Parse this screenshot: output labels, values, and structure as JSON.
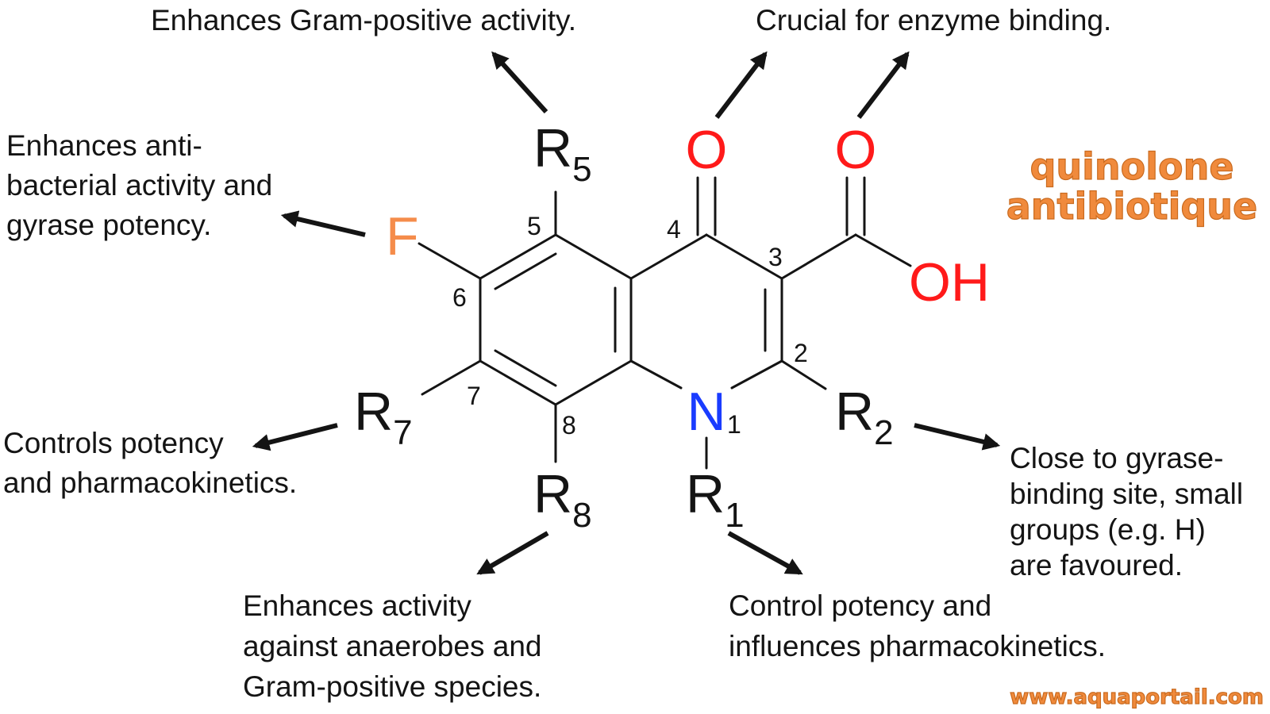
{
  "title_lines": [
    "quinolone",
    "antibiotique"
  ],
  "website": "www.aquaportail.com",
  "colors": {
    "oxygen": "#ff1a1a",
    "nitrogen": "#1a3cff",
    "fluorine": "#f58c4b",
    "bond": "#141414",
    "brand": "#f08a3c"
  },
  "atoms": {
    "oxygen_ketone": "O",
    "oxygen_acid": "O",
    "hydroxyl": "OH",
    "fluorine": "F",
    "nitrogen": "N"
  },
  "substituents": {
    "r1": {
      "letter": "R",
      "sub": "1"
    },
    "r2": {
      "letter": "R",
      "sub": "2"
    },
    "r5": {
      "letter": "R",
      "sub": "5"
    },
    "r7": {
      "letter": "R",
      "sub": "7"
    },
    "r8": {
      "letter": "R",
      "sub": "8"
    }
  },
  "ring_numbers": {
    "n1": "1",
    "n2": "2",
    "n3": "3",
    "n4": "4",
    "n5": "5",
    "n6": "6",
    "n7": "7",
    "n8": "8"
  },
  "annotations": {
    "r5": [
      "Enhances Gram-positive activity."
    ],
    "carbonyl": [
      "Crucial for enzyme binding."
    ],
    "fluorine": [
      "Enhances anti-",
      "bacterial activity and",
      "gyrase potency."
    ],
    "r7": [
      "Controls potency",
      "and pharmacokinetics."
    ],
    "r8": [
      "Enhances activity",
      "against anaerobes and",
      "Gram-positive species."
    ],
    "r1": [
      "Control potency and",
      "influences pharmacokinetics."
    ],
    "r2": [
      "Close to gyrase-",
      "binding site, small",
      "groups (e.g. H)",
      "are favoured."
    ]
  }
}
